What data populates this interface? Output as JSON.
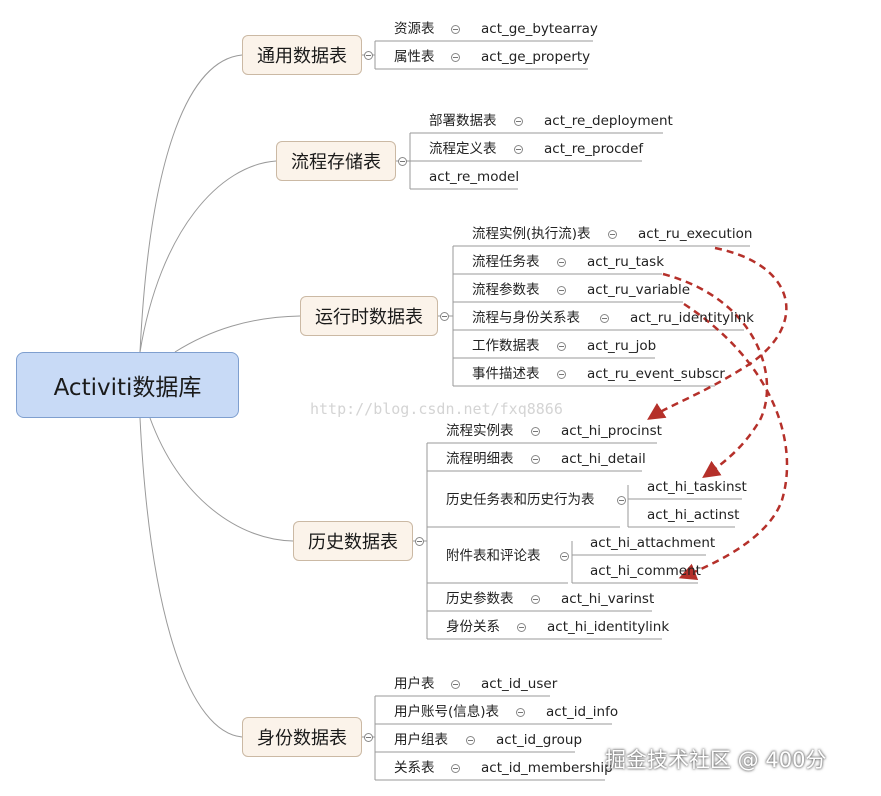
{
  "root": "Activiti数据库",
  "branches": {
    "general": {
      "title": "通用数据表",
      "items": [
        {
          "label": "资源表",
          "table": "act_ge_bytearray"
        },
        {
          "label": "属性表",
          "table": "act_ge_property"
        }
      ]
    },
    "repository": {
      "title": "流程存储表",
      "items": [
        {
          "label": "部署数据表",
          "table": "act_re_deployment"
        },
        {
          "label": "流程定义表",
          "table": "act_re_procdef"
        },
        {
          "label": "act_re_model"
        }
      ]
    },
    "runtime": {
      "title": "运行时数据表",
      "items": [
        {
          "label": "流程实例(执行流)表",
          "table": "act_ru_execution"
        },
        {
          "label": "流程任务表",
          "table": "act_ru_task"
        },
        {
          "label": "流程参数表",
          "table": "act_ru_variable"
        },
        {
          "label": "流程与身份关系表",
          "table": "act_ru_identitylink"
        },
        {
          "label": "工作数据表",
          "table": "act_ru_job"
        },
        {
          "label": "事件描述表",
          "table": "act_ru_event_subscr"
        }
      ]
    },
    "history": {
      "title": "历史数据表",
      "items": [
        {
          "label": "流程实例表",
          "table": "act_hi_procinst"
        },
        {
          "label": "流程明细表",
          "table": "act_hi_detail"
        },
        {
          "label": "历史任务表和历史行为表",
          "tables": [
            "act_hi_taskinst",
            "act_hi_actinst"
          ]
        },
        {
          "label": "附件表和评论表",
          "tables": [
            "act_hi_attachment",
            "act_hi_comment"
          ]
        },
        {
          "label": "历史参数表",
          "table": "act_hi_varinst"
        },
        {
          "label": "身份关系",
          "table": "act_hi_identitylink"
        }
      ]
    },
    "identity": {
      "title": "身份数据表",
      "items": [
        {
          "label": "用户表",
          "table": "act_id_user"
        },
        {
          "label": "用户账号(信息)表",
          "table": "act_id_info"
        },
        {
          "label": "用户组表",
          "table": "act_id_group"
        },
        {
          "label": "关系表",
          "table": "act_id_membership"
        }
      ]
    }
  },
  "watermark": "http://blog.csdn.net/fxq8866",
  "brand": "掘金技术社区 @ 400分",
  "colors": {
    "root_fill": "#c8daf6",
    "branch_fill": "#fbf3ea",
    "arrow": "#b5302a",
    "line": "#9a9a9a"
  }
}
